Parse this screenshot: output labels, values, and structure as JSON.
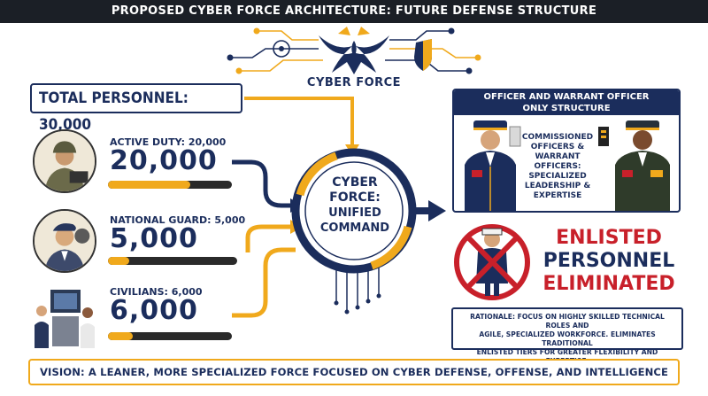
{
  "title": "PROPOSED CYBER FORCE ARCHITECTURE: FUTURE DEFENSE STRUCTURE",
  "logo": {
    "text": "CYBER FORCE",
    "icons": [
      "eagle-icon",
      "shield-icon",
      "circuit-network-icon"
    ]
  },
  "total": {
    "label": "TOTAL PERSONNEL: 30,000",
    "value": 30000
  },
  "categories": [
    {
      "label": "ACTIVE DUTY: 20,000",
      "value": 20000,
      "display": "20,000",
      "share": 0.667,
      "icon": "soldier-with-laptop-icon"
    },
    {
      "label": "NATIONAL GUARD: 5,000",
      "value": 5000,
      "display": "5,000",
      "share": 0.167,
      "icon": "guard-officer-icon"
    },
    {
      "label": "CIVILIANS: 6,000",
      "value": 6000,
      "display": "6,000",
      "share": 0.2,
      "icon": "civilians-at-terminal-icon"
    }
  ],
  "hub": {
    "line1": "CYBER",
    "line2": "FORCE:",
    "line3": "UNIFIED",
    "line4": "COMMAND"
  },
  "officer": {
    "header_line1": "OFFICER AND WARRANT OFFICER",
    "header_line2": "ONLY STRUCTURE",
    "desc_line1": "COMMISSIONED",
    "desc_line2": "OFFICERS &",
    "desc_line3": "WARRANT OFFICERS:",
    "desc_line4": "SPECIALIZED",
    "desc_line5": "LEADERSHIP &",
    "desc_line6": "EXPERTISE"
  },
  "enlisted": {
    "line1": "ENLISTED",
    "line2": "PERSONNEL",
    "line3": "ELIMINATED",
    "icon": "prohibited-enlisted-icon"
  },
  "rationale": {
    "line1": "RATIONALE: FOCUS ON HIGHLY SKILLED TECHNICAL ROLES AND",
    "line2": "AGILE, SPECIALIZED WORKFORCE. ELIMINATES TRADITIONAL",
    "line3": "ENLISTED TIERS FOR GREATER FLEXIBILITY AND EXPERTISE."
  },
  "vision": "VISION: A LEANER, MORE SPECIALIZED FORCE FOCUSED ON CYBER DEFENSE, OFFENSE, AND INTELLIGENCE",
  "colors": {
    "navy": "#1b2d5c",
    "gold": "#f0a91c",
    "red": "#c8202a",
    "dark": "#1b1f26"
  }
}
